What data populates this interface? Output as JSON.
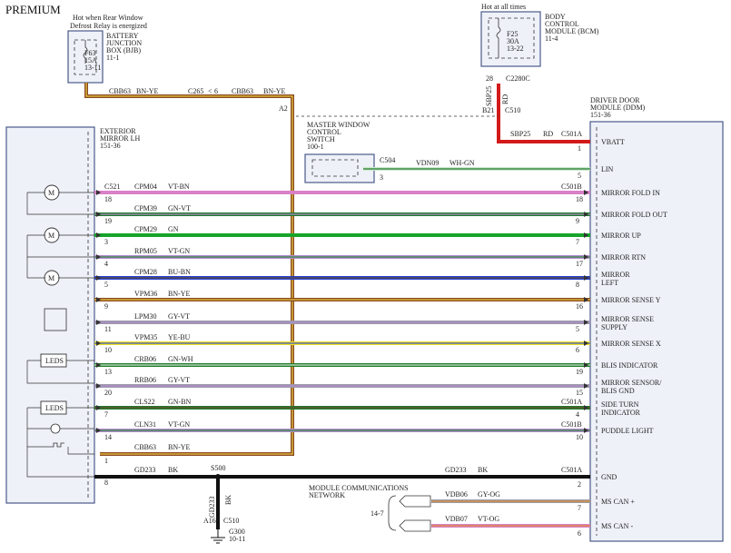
{
  "title": "PREMIUM",
  "bjb": {
    "note_line1": "Hot when Rear Window",
    "note_line2": "Defrost Relay is energized",
    "name_line1": "BATTERY",
    "name_line2": "JUNCTION",
    "name_line3": "BOX (BJB)",
    "ref": "11-1",
    "fuse": "F63",
    "amps": "15A",
    "grid": "13-11"
  },
  "bcm": {
    "note": "Hot at all times",
    "name_line1": "BODY",
    "name_line2": "CONTROL",
    "name_line3": "MODULE (BCM)",
    "ref": "11-4",
    "fuse": "F25",
    "amps": "30A",
    "grid": "13-22",
    "pin": "28",
    "connector": "C2280C"
  },
  "feed": {
    "circuit_left": "CBB63",
    "color_left": "BN-YE",
    "inline": "C265",
    "inline_pin_a": "<",
    "inline_pin_b": "6",
    "circuit_right": "CBB63",
    "color_right": "BN-YE",
    "splice": "A2",
    "sbp_circuit": "SBP25",
    "sbp_color": "RD",
    "b21": "B21",
    "c510": "C510",
    "vbatt_circuit": "SBP25",
    "vbatt_color": "RD",
    "vbatt_connector": "C501A"
  },
  "mirror": {
    "name_line1": "EXTERIOR",
    "name_line2": "MIRROR LH",
    "ref": "151-36",
    "connector": "C521",
    "leds1": "LEDS",
    "leds2": "LEDS",
    "motor": "M"
  },
  "master_switch": {
    "name_line1": "MASTER WINDOW",
    "name_line2": "CONTROL",
    "name_line3": "SWITCH",
    "ref": "100-1",
    "connector": "C504",
    "pin": "3",
    "circuit": "VDN09",
    "color": "WH-GN"
  },
  "ddm": {
    "name_line1": "DRIVER DOOR",
    "name_line2": "MODULE (DDM)",
    "ref": "151-36"
  },
  "wires": [
    {
      "circuit": "CPM04",
      "color_code": "VT-BN",
      "lp": "18",
      "rp": "18",
      "label1": "MIRROR FOLD IN",
      "label2": "",
      "conn_l": "C521",
      "conn_r": "C501B",
      "c1": "#d980c8",
      "c2": "#d980c8"
    },
    {
      "circuit": "CPM39",
      "color_code": "GN-VT",
      "lp": "19",
      "rp": "9",
      "label1": "MIRROR FOLD OUT",
      "label2": "",
      "conn_l": "",
      "conn_r": "",
      "c1": "#1f7a2a",
      "c2": "#b58ad0"
    },
    {
      "circuit": "CPM29",
      "color_code": "GN",
      "lp": "3",
      "rp": "7",
      "label1": "MIRROR UP",
      "label2": "",
      "conn_l": "",
      "conn_r": "",
      "c1": "#17a52c",
      "c2": "#17a52c"
    },
    {
      "circuit": "RPM05",
      "color_code": "VT-GN",
      "lp": "4",
      "rp": "17",
      "label1": "MIRROR RTN",
      "label2": "",
      "conn_l": "",
      "conn_r": "",
      "c1": "#b58ad0",
      "c2": "#2e8b3a"
    },
    {
      "circuit": "CPM28",
      "color_code": "BU-BN",
      "lp": "5",
      "rp": "8",
      "label1": "MIRROR",
      "label2": "LEFT",
      "conn_l": "",
      "conn_r": "",
      "c1": "#1f3fd0",
      "c2": "#6a4a2a"
    },
    {
      "circuit": "VPM36",
      "color_code": "BN-YE",
      "lp": "9",
      "rp": "16",
      "label1": "MIRROR SENSE Y",
      "label2": "",
      "conn_l": "",
      "conn_r": "",
      "c1": "#8a4a22",
      "c2": "#e8c840"
    },
    {
      "circuit": "LPM30",
      "color_code": "GY-VT",
      "lp": "11",
      "rp": "5",
      "label1": "MIRROR SENSE",
      "label2": "SUPPLY",
      "conn_l": "",
      "conn_r": "",
      "c1": "#9a9aa8",
      "c2": "#b58ad0"
    },
    {
      "circuit": "VPM35",
      "color_code": "YE-BU",
      "lp": "10",
      "rp": "6",
      "label1": "MIRROR SENSE X",
      "label2": "",
      "conn_l": "",
      "conn_r": "",
      "c1": "#f0e020",
      "c2": "#3a5ad0"
    },
    {
      "circuit": "CRB06",
      "color_code": "GN-WH",
      "lp": "13",
      "rp": "19",
      "label1": "BLIS INDICATOR",
      "label2": "",
      "conn_l": "",
      "conn_r": "",
      "c1": "#1f7a2a",
      "c2": "#cfe8cf"
    },
    {
      "circuit": "RRB06",
      "color_code": "GY-VT",
      "lp": "20",
      "rp": "15",
      "label1": "MIRROR SENSOR/",
      "label2": "BLIS GND",
      "conn_l": "",
      "conn_r": "",
      "c1": "#9a9aa8",
      "c2": "#b58ad0"
    },
    {
      "circuit": "CLS22",
      "color_code": "GN-BN",
      "lp": "7",
      "rp": "4",
      "label1": "SIDE TURN",
      "label2": "INDICATOR",
      "conn_l": "",
      "conn_r": "C501A",
      "c1": "#1f7a2a",
      "c2": "#6a4a2a"
    },
    {
      "circuit": "CLN31",
      "color_code": "VT-GN",
      "lp": "14",
      "rp": "10",
      "label1": "PUDDLE LIGHT",
      "label2": "",
      "conn_l": "",
      "conn_r": "C501B",
      "c1": "#b58ad0",
      "c2": "#2e8b3a"
    }
  ],
  "cbb_wire": {
    "circuit": "CBB63",
    "color_code": "BN-YE",
    "lp": "1"
  },
  "gnd": {
    "circuit_l": "GD233",
    "color_l": "BK",
    "lp": "8",
    "splice": "S500",
    "circuit_r": "GD233",
    "color_r": "BK",
    "conn": "C501A",
    "rp": "2",
    "label": "GND",
    "drop_circuit": "GD233",
    "drop_color": "BK",
    "drop_pin": "A16",
    "drop_conn": "C510",
    "ground": "G300",
    "ground_ref": "10-11"
  },
  "lin": {
    "label": "LIN",
    "rp": "5"
  },
  "vbatt": {
    "label": "VBATT",
    "rp": "1"
  },
  "mcn": {
    "title_line1": "MODULE COMMUNICATIONS",
    "title_line2": "NETWORK",
    "ref": "14-7",
    "can_plus": {
      "circuit": "VDB06",
      "color": "GY-OG",
      "pin": "7",
      "label": "MS CAN +"
    },
    "can_minus": {
      "circuit": "VDB07",
      "color": "VT-OG",
      "pin": "6",
      "label": "MS CAN -"
    }
  }
}
